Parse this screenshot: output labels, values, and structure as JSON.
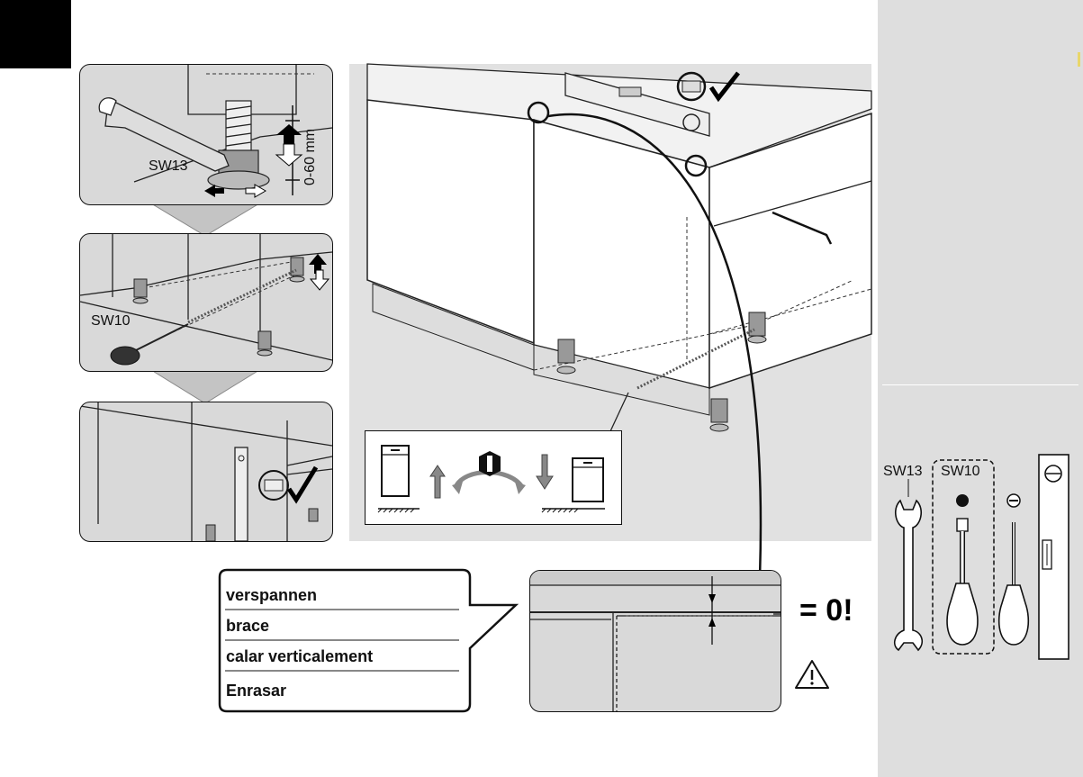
{
  "labels": {
    "wrench_size_top": "SW13",
    "height_range": "0-60 mm",
    "screwdriver_size": "SW10",
    "equals_zero": "= 0!"
  },
  "callout": {
    "items": [
      "verspannen",
      "brace",
      "calar verticalement",
      "Enrasar"
    ]
  },
  "tools": {
    "wrench_label": "SW13",
    "screwdriver_label": "SW10"
  }
}
